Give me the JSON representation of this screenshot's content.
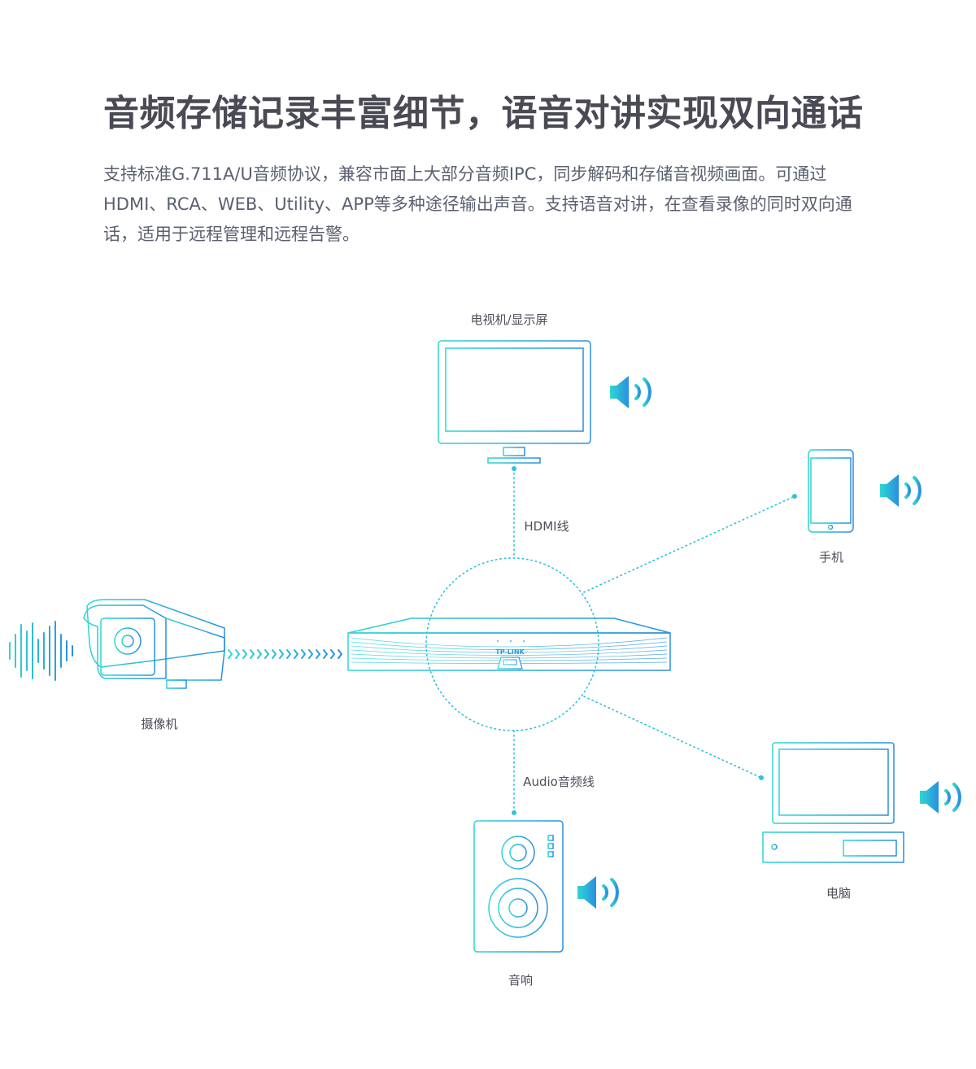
{
  "title": "音频存储记录丰富细节，语音对讲实现双向通话",
  "description": "支持标准G.711A/U音频协议，兼容市面上大部分音频IPC，同步解码和存储音视频画面。可通过HDMI、RCA、WEB、Utility、APP等多种途径输出声音。支持语音对讲，在查看录像的同时双向通话，适用于远程管理和远程告警。",
  "nodes": {
    "tv": "电视机/显示屏",
    "phone": "手机",
    "camera": "摄像机",
    "computer": "电脑",
    "speaker": "音响"
  },
  "links": {
    "hdmi": "HDMI线",
    "audio": "Audio音频线"
  },
  "device": {
    "brand": "TP-LINK"
  },
  "colors": {
    "cyan": "#2ed3d6",
    "blue": "#2a8fe0",
    "title": "#4a4a55",
    "text": "#5b6070"
  },
  "icons": [
    "speaker-volume-icon",
    "sound-wave-icon",
    "chevron-arrow-icon"
  ]
}
